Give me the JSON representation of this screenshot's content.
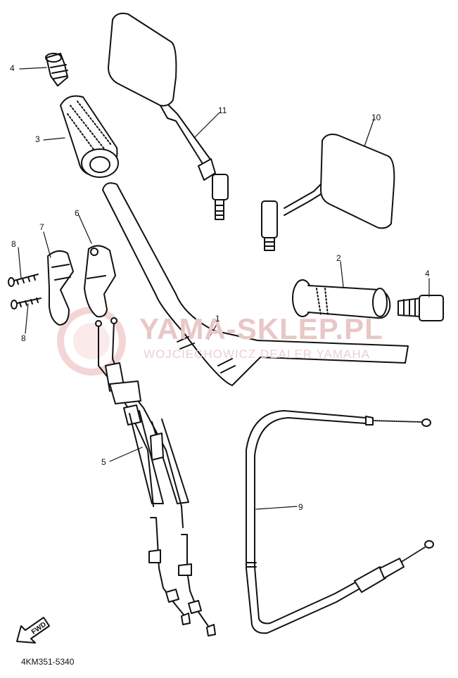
{
  "watermark": {
    "title": "YAMA-SKLEP.PL",
    "subtitle": "WOJCIECHOWICZ DEALER YAMAHA"
  },
  "part_number": "4KM351-5340",
  "fwd_label": "FWD",
  "callouts": [
    {
      "id": "4a",
      "label": "4"
    },
    {
      "id": "3",
      "label": "3"
    },
    {
      "id": "11",
      "label": "11"
    },
    {
      "id": "10",
      "label": "10"
    },
    {
      "id": "7",
      "label": "7"
    },
    {
      "id": "6",
      "label": "6"
    },
    {
      "id": "8a",
      "label": "8"
    },
    {
      "id": "8b",
      "label": "8"
    },
    {
      "id": "2",
      "label": "2"
    },
    {
      "id": "4b",
      "label": "4"
    },
    {
      "id": "1",
      "label": "1"
    },
    {
      "id": "5",
      "label": "5"
    },
    {
      "id": "9",
      "label": "9"
    }
  ]
}
